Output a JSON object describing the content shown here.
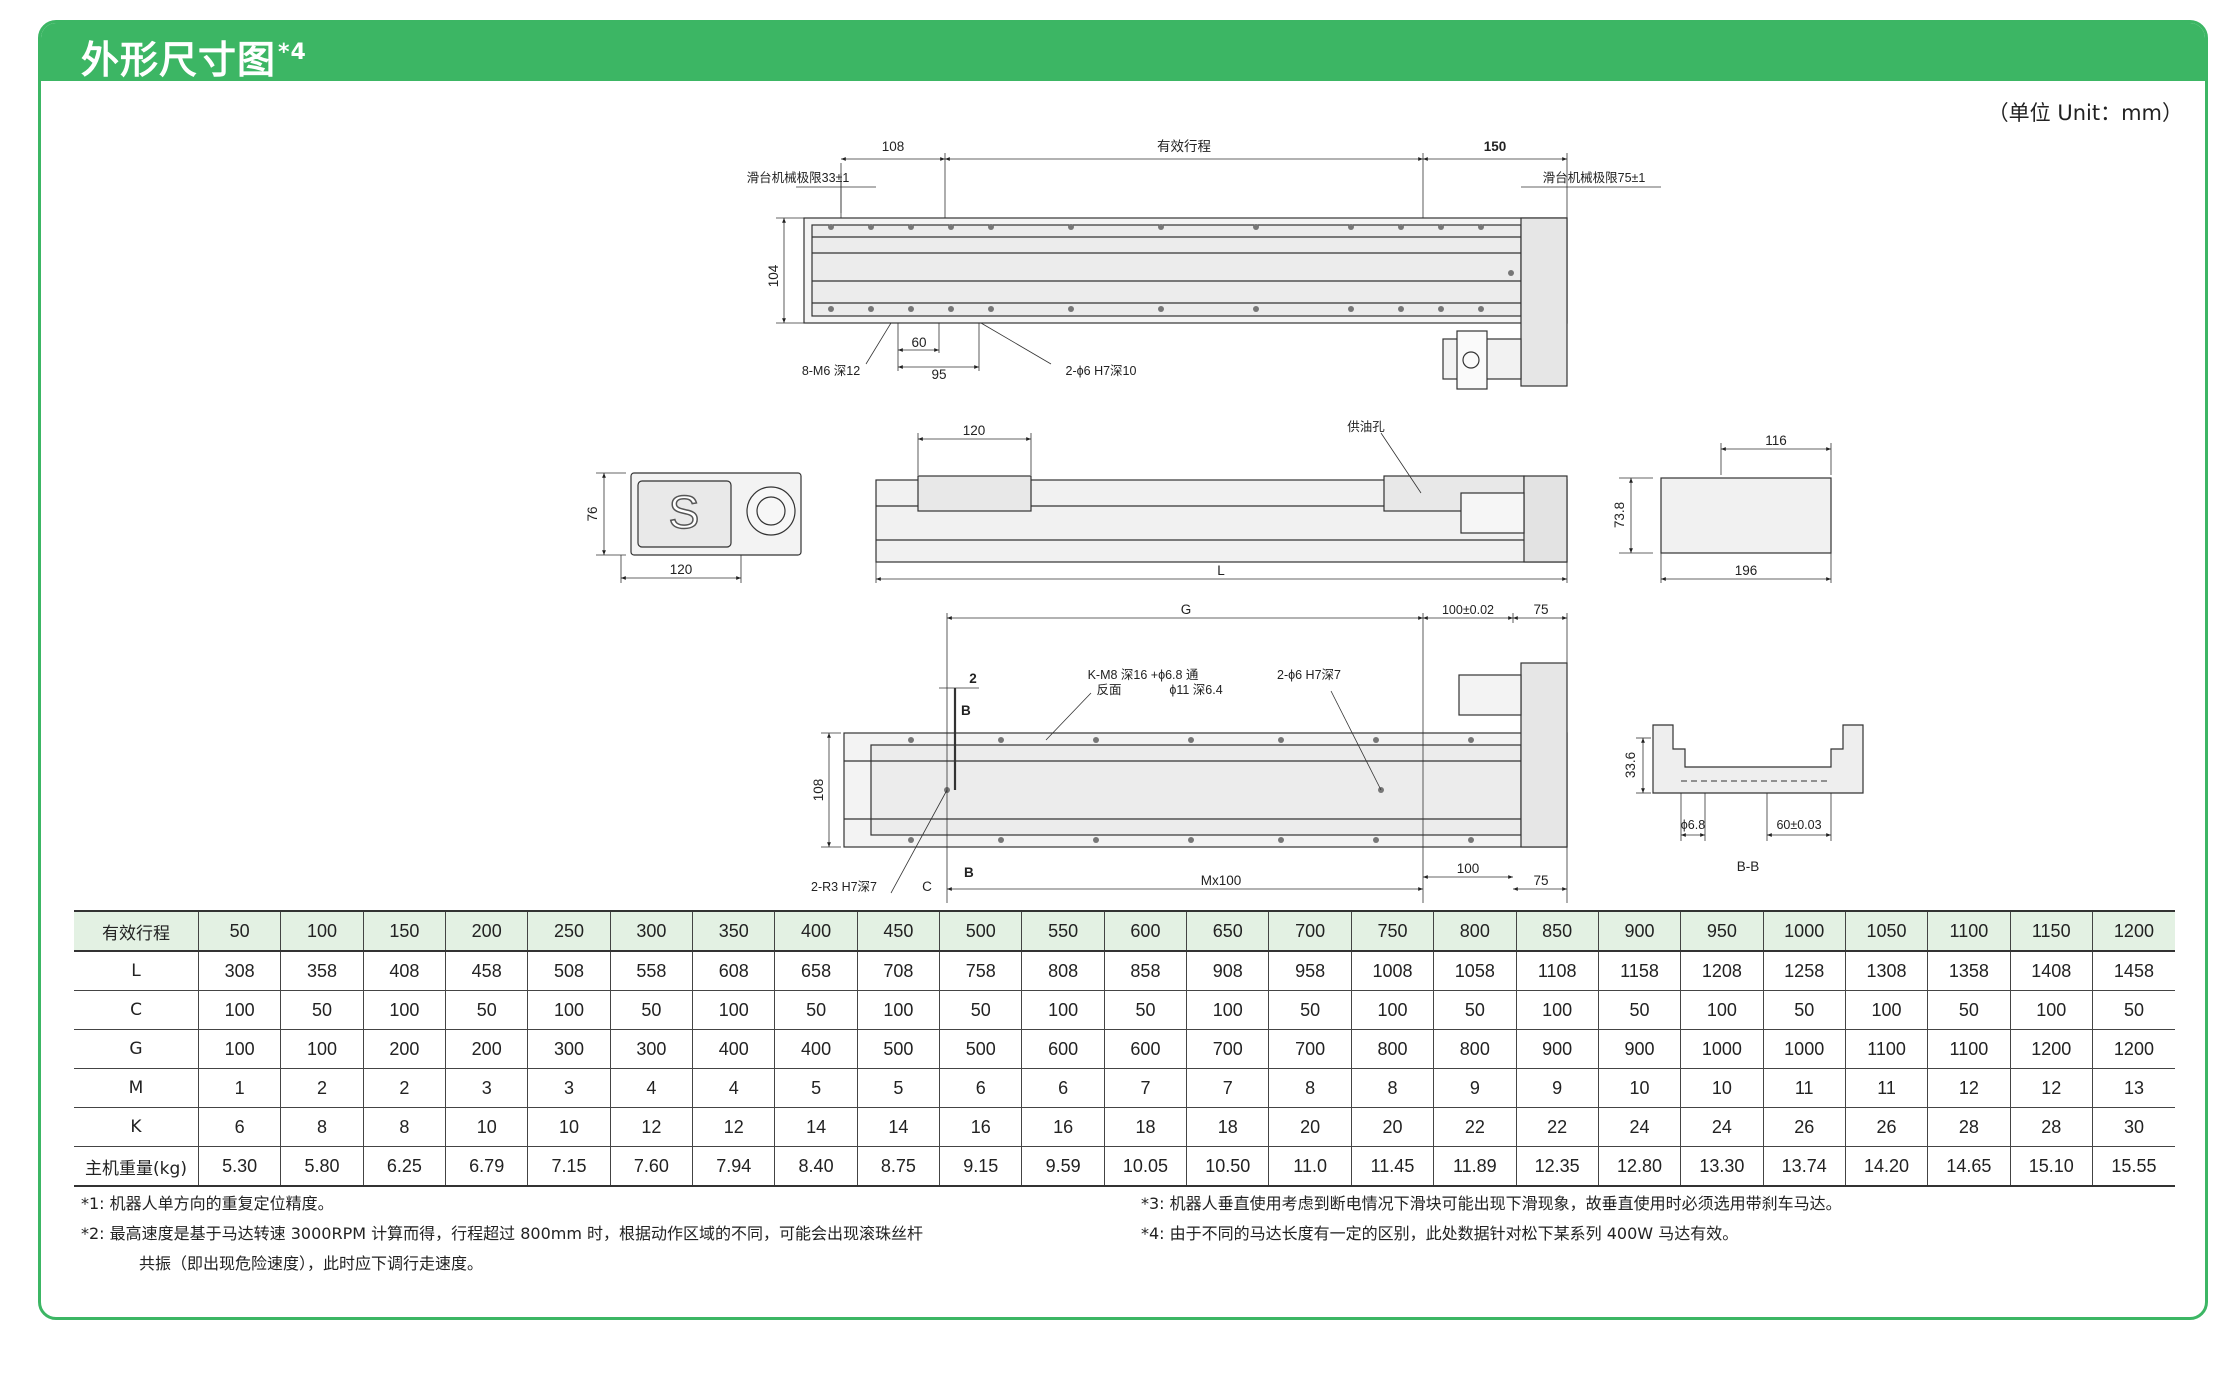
{
  "header": {
    "title": "外形尺寸图",
    "title_sup": "*4",
    "unit": "（单位 Unit：mm）"
  },
  "drawing": {
    "top_view": {
      "dim_108": "108",
      "dim_stroke": "有效行程",
      "dim_150": "150",
      "limit_left": "滑台机械极限33±1",
      "limit_right": "滑台机械极限75±1",
      "dim_104": "104",
      "dim_60": "60",
      "dim_95": "95",
      "hole_m6": "8-M6 深12",
      "hole_pin": "2-ϕ6 H7深10"
    },
    "side_view": {
      "dim_120_top": "120",
      "oil_hole": "供油孔",
      "dim_L": "L",
      "dim_76": "76",
      "dim_120_end": "120",
      "dim_116": "116",
      "dim_73_8": "73.8",
      "dim_196": "196",
      "logo_letter": "S"
    },
    "bottom_view": {
      "dim_G": "G",
      "dim_100_tol": "100±0.02",
      "dim_75_top": "75",
      "dim_2": "2",
      "label_B_top": "B",
      "thread_line1": "K-M8 深16 +ϕ6.8 通",
      "thread_line2_a": "反面",
      "thread_line2_b": "ϕ11 深6.4",
      "pin_holes": "2-ϕ6 H7深7",
      "dim_108": "108",
      "r3_holes": "2-R3 H7深7",
      "dim_C": "C",
      "label_B_bottom": "B",
      "dim_Mx100": "Mx100",
      "dim_100": "100",
      "dim_75_bottom": "75"
    },
    "section_view": {
      "dim_33_6": "33.6",
      "dim_phi6_8": "ϕ6.8",
      "dim_60_tol": "60±0.03",
      "label": "B-B"
    }
  },
  "table": {
    "columns": [
      "50",
      "100",
      "150",
      "200",
      "250",
      "300",
      "350",
      "400",
      "450",
      "500",
      "550",
      "600",
      "650",
      "700",
      "750",
      "800",
      "850",
      "900",
      "950",
      "1000",
      "1050",
      "1100",
      "1150",
      "1200"
    ],
    "header_label": "有效行程",
    "rows": [
      {
        "label": "L",
        "values": [
          "308",
          "358",
          "408",
          "458",
          "508",
          "558",
          "608",
          "658",
          "708",
          "758",
          "808",
          "858",
          "908",
          "958",
          "1008",
          "1058",
          "1108",
          "1158",
          "1208",
          "1258",
          "1308",
          "1358",
          "1408",
          "1458"
        ]
      },
      {
        "label": "C",
        "values": [
          "100",
          "50",
          "100",
          "50",
          "100",
          "50",
          "100",
          "50",
          "100",
          "50",
          "100",
          "50",
          "100",
          "50",
          "100",
          "50",
          "100",
          "50",
          "100",
          "50",
          "100",
          "50",
          "100",
          "50"
        ]
      },
      {
        "label": "G",
        "values": [
          "100",
          "100",
          "200",
          "200",
          "300",
          "300",
          "400",
          "400",
          "500",
          "500",
          "600",
          "600",
          "700",
          "700",
          "800",
          "800",
          "900",
          "900",
          "1000",
          "1000",
          "1100",
          "1100",
          "1200",
          "1200"
        ]
      },
      {
        "label": "M",
        "values": [
          "1",
          "2",
          "2",
          "3",
          "3",
          "4",
          "4",
          "5",
          "5",
          "6",
          "6",
          "7",
          "7",
          "8",
          "8",
          "9",
          "9",
          "10",
          "10",
          "11",
          "11",
          "12",
          "12",
          "13"
        ]
      },
      {
        "label": "K",
        "values": [
          "6",
          "8",
          "8",
          "10",
          "10",
          "12",
          "12",
          "14",
          "14",
          "16",
          "16",
          "18",
          "18",
          "20",
          "20",
          "22",
          "22",
          "24",
          "24",
          "26",
          "26",
          "28",
          "28",
          "30"
        ]
      },
      {
        "label": "主机重量(kg)",
        "values": [
          "5.30",
          "5.80",
          "6.25",
          "6.79",
          "7.15",
          "7.60",
          "7.94",
          "8.40",
          "8.75",
          "9.15",
          "9.59",
          "10.05",
          "10.50",
          "11.0",
          "11.45",
          "11.89",
          "12.35",
          "12.80",
          "13.30",
          "13.74",
          "14.20",
          "14.65",
          "15.10",
          "15.55"
        ]
      }
    ]
  },
  "notes": {
    "n1": "*1:  机器人单方向的重复定位精度。",
    "n2a": "*2:  最高速度是基于马达转速 3000RPM 计算而得，行程超过 800mm 时，根据动作区域的不同，可能会出现滚珠丝杆",
    "n2b": "共振（即出现危险速度），此时应下调行走速度。",
    "n3": "*3:  机器人垂直使用考虑到断电情况下滑块可能出现下滑现象，故垂直使用时必须选用带刹车马达。",
    "n4": "*4:  由于不同的马达长度有一定的区别，此处数据针对松下某系列 400W 马达有效。"
  },
  "colors": {
    "brand_green": "#3cb664",
    "table_header_bg": "#e3f1e3"
  }
}
